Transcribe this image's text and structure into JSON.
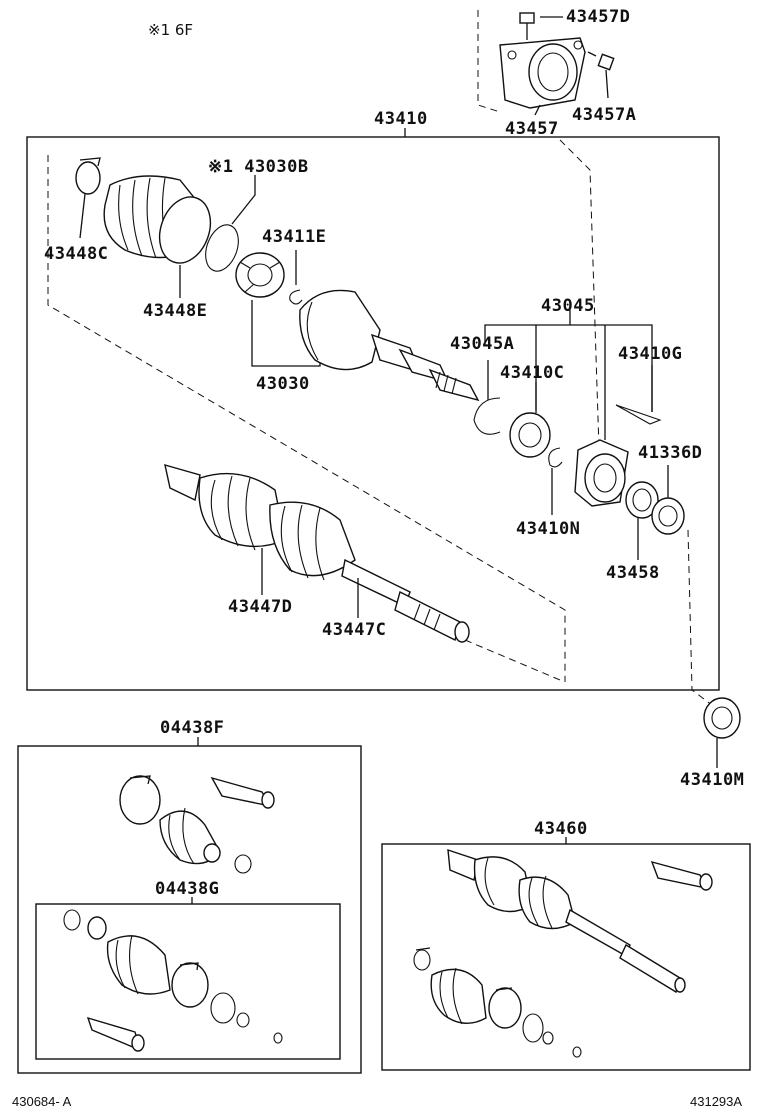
{
  "notes": {
    "top_note": "※1 6F",
    "footer_left": "430684- A",
    "footer_right": "431293A"
  },
  "labels": {
    "p43457D": "43457D",
    "p43457A": "43457A",
    "p43457": "43457",
    "p43410": "43410",
    "p43030B": "※1 43030B",
    "p43448C": "43448C",
    "p43411E": "43411E",
    "p43448E": "43448E",
    "p43045": "43045",
    "p43045A": "43045A",
    "p43410G": "43410G",
    "p43410C": "43410C",
    "p43030": "43030",
    "p41336D": "41336D",
    "p43410N": "43410N",
    "p43458": "43458",
    "p43447D": "43447D",
    "p43447C": "43447C",
    "p43410M": "43410M",
    "p04438F": "04438F",
    "p04438G": "04438G",
    "p43460": "43460"
  }
}
